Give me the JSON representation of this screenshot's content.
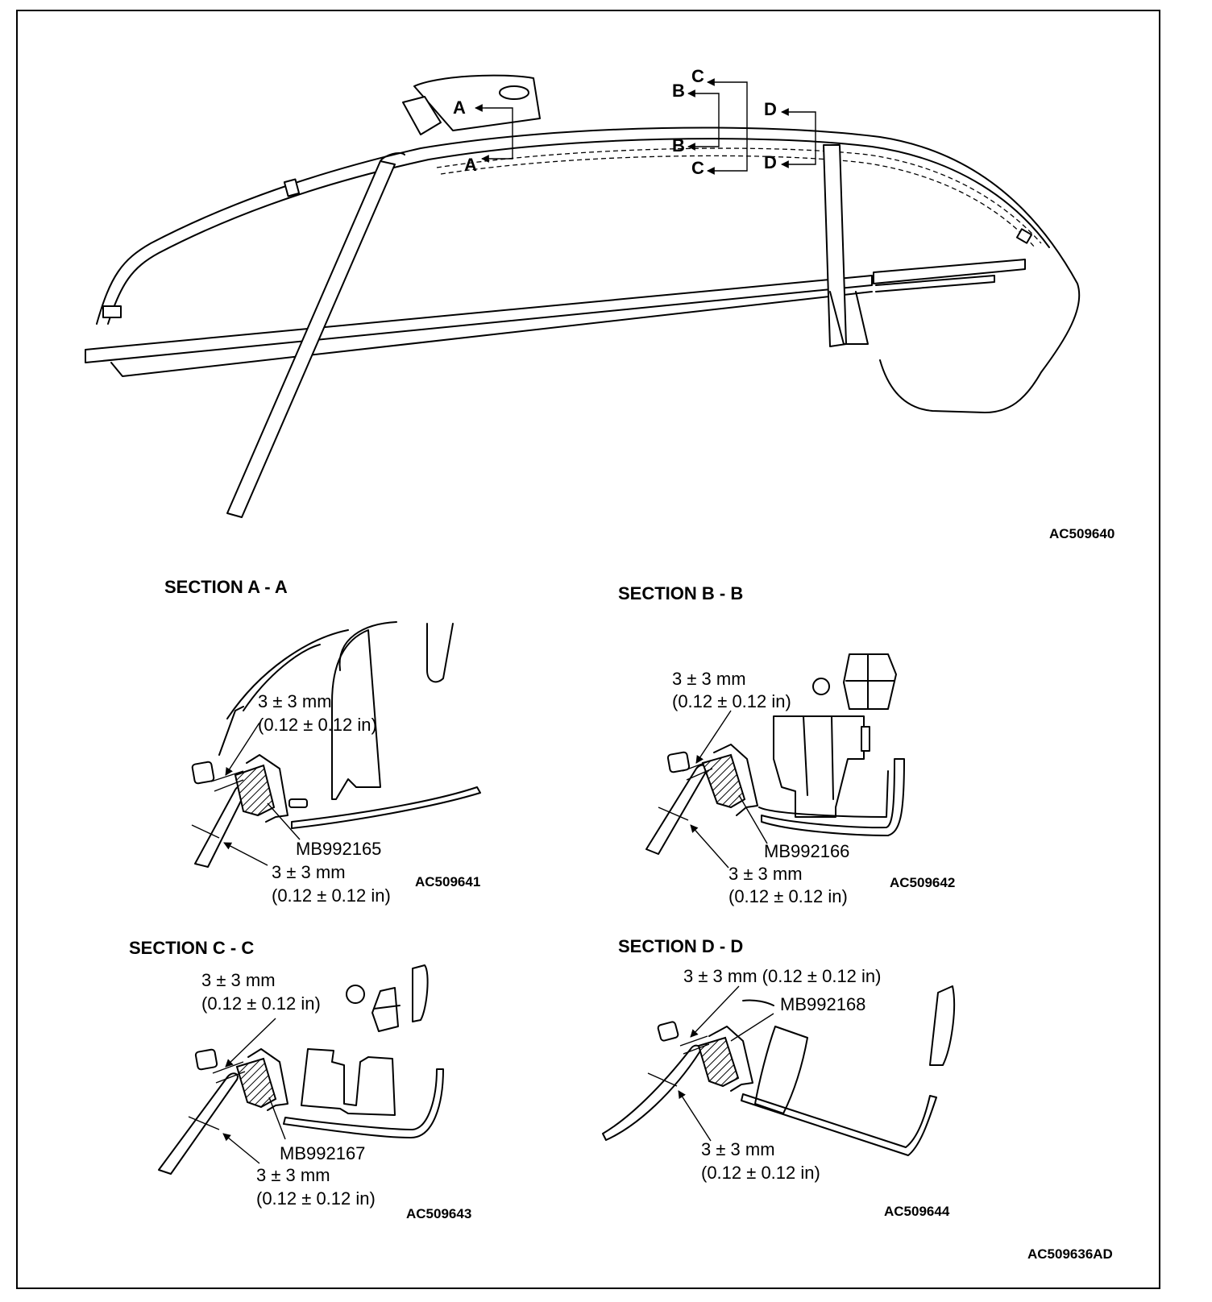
{
  "main_view": {
    "figure_code": "AC509640",
    "cut_labels": {
      "a": "A",
      "b": "B",
      "c": "C",
      "d": "D"
    }
  },
  "sections": [
    {
      "title": "SECTION A - A",
      "dim_top_1": "3 ± 3 mm",
      "dim_top_2": "(0.12 ± 0.12 in)",
      "tool": "MB992165",
      "dim_bot_1": "3 ± 3 mm",
      "dim_bot_2": "(0.12 ± 0.12 in)",
      "code": "AC509641"
    },
    {
      "title": "SECTION B - B",
      "dim_top_1": "3 ± 3 mm",
      "dim_top_2": "(0.12 ± 0.12 in)",
      "tool": "MB992166",
      "dim_bot_1": "3 ± 3 mm",
      "dim_bot_2": "(0.12 ± 0.12 in)",
      "code": "AC509642"
    },
    {
      "title": "SECTION C - C",
      "dim_top_1": "3 ± 3 mm",
      "dim_top_2": "(0.12 ± 0.12 in)",
      "tool": "MB992167",
      "dim_bot_1": "3 ± 3 mm",
      "dim_bot_2": "(0.12 ± 0.12 in)",
      "code": "AC509643"
    },
    {
      "title": "SECTION D - D",
      "dim_top_1": "3 ± 3 mm (0.12 ± 0.12 in)",
      "tool": "MB992168",
      "dim_bot_1": "3 ± 3 mm",
      "dim_bot_2": "(0.12 ± 0.12 in)",
      "code": "AC509644"
    }
  ],
  "sheet_code": "AC509636AD"
}
